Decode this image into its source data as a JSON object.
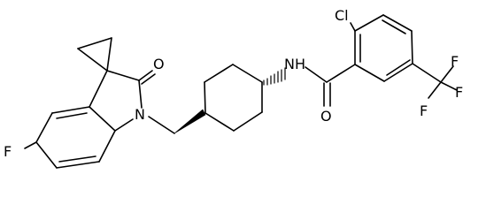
{
  "structure": {
    "atom_labels": {
      "fluoro_ring": "F",
      "lactam_oxygen": "O",
      "lactam_nitrogen": "N",
      "amide_nh": "NH",
      "amide_oxygen": "O",
      "chloro": "Cl",
      "cf3_top": "F",
      "cf3_left": "F",
      "cf3_bottom": "F"
    }
  }
}
